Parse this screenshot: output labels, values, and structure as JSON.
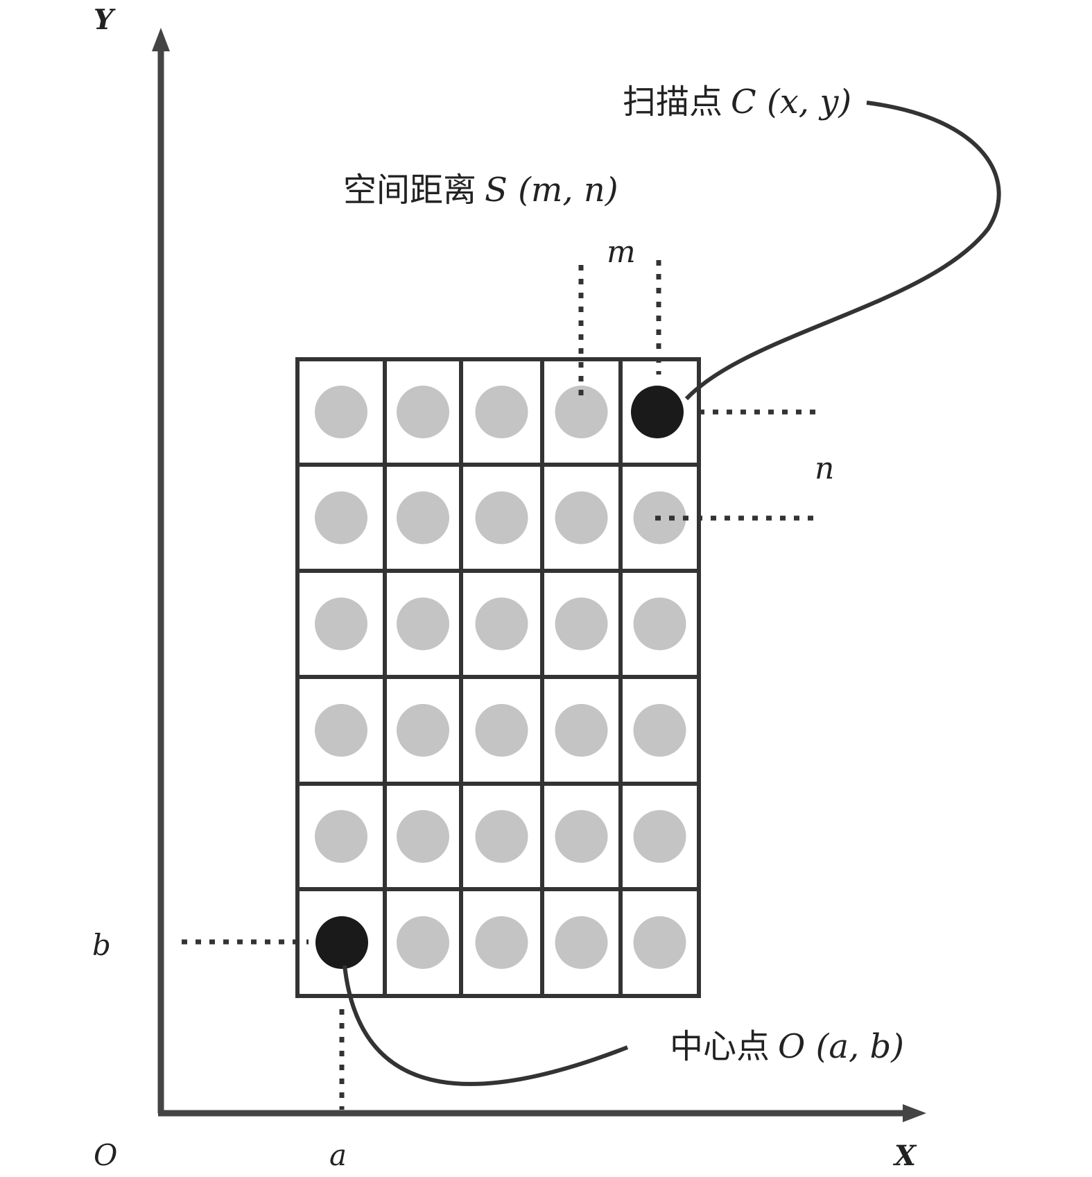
{
  "axes": {
    "x_label": "X",
    "y_label": "Y",
    "origin_label": "O",
    "a_label": "a",
    "b_label": "b"
  },
  "grid": {
    "rows": 6,
    "cols": 5,
    "dot_color": "#c4c4c4",
    "highlight_color": "#1a1a1a",
    "line_color": "#333333",
    "center_cell": {
      "row": 6,
      "col": 1
    },
    "scan_cell": {
      "row": 1,
      "col": 5
    }
  },
  "labels": {
    "scan_point_prefix": "扫描点",
    "scan_point_var": "C (x, y)",
    "spatial_distance_prefix": "空间距离",
    "spatial_distance_var": "S (m, n)",
    "center_point_prefix": "中心点",
    "center_point_var": "O (a, b)",
    "m_label": "m",
    "n_label": "n"
  }
}
